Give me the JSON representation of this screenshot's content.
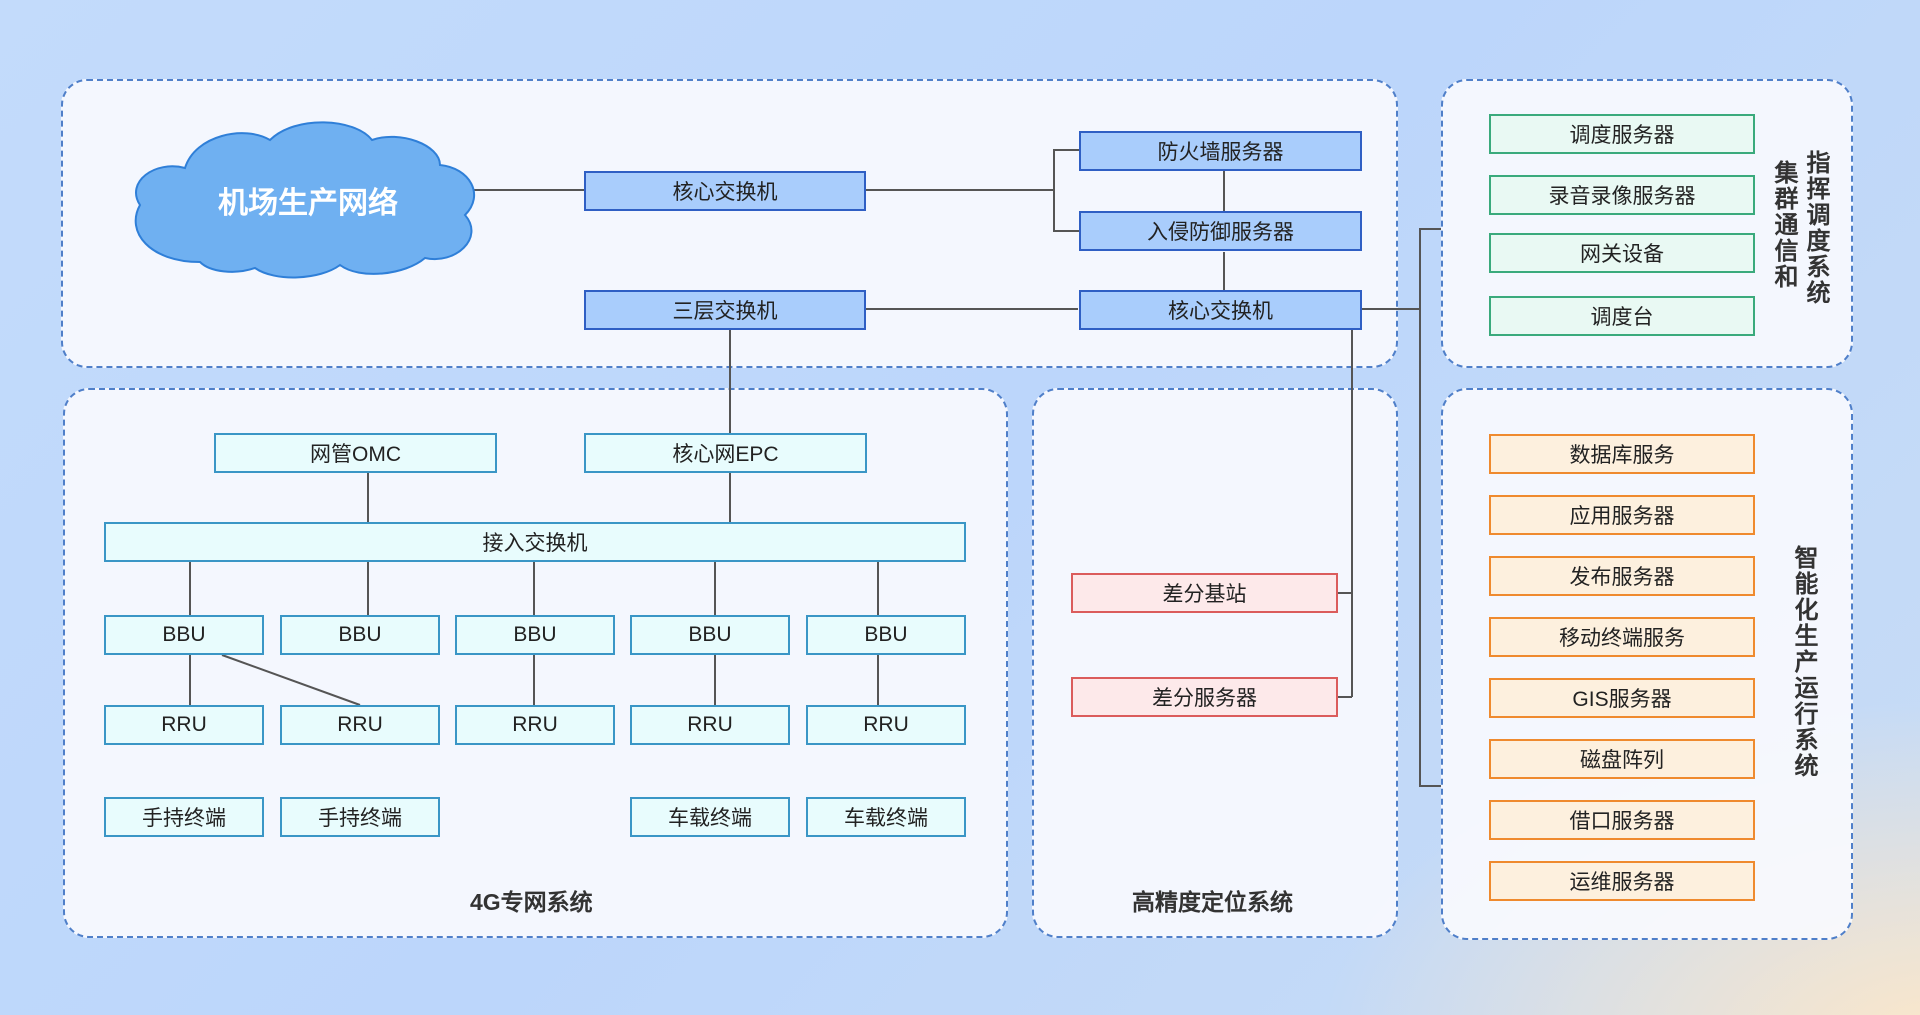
{
  "cloud": {
    "label": "机场生产网络"
  },
  "top": {
    "core_switch_left": "核心交换机",
    "layer3_switch": "三层交换机",
    "firewall_server": "防火墙服务器",
    "ips_server": "入侵防御服务器",
    "core_switch_right": "核心交换机"
  },
  "lte": {
    "caption": "4G专网系统",
    "omc": "网管OMC",
    "epc": "核心网EPC",
    "access_switch": "接入交换机",
    "bbu": [
      "BBU",
      "BBU",
      "BBU",
      "BBU",
      "BBU"
    ],
    "rru": [
      "RRU",
      "RRU",
      "RRU",
      "RRU",
      "RRU"
    ],
    "terminals": [
      "手持终端",
      "手持终端",
      "车载终端",
      "车载终端"
    ]
  },
  "positioning": {
    "caption": "高精度定位系统",
    "base_station": "差分基站",
    "server": "差分服务器"
  },
  "dispatch": {
    "caption_col1": "指挥调度系统",
    "caption_col2": "集群通信和",
    "items": [
      "调度服务器",
      "录音录像服务器",
      "网关设备",
      "调度台"
    ]
  },
  "ops": {
    "caption": "智能化生产运行系统",
    "items": [
      "数据库服务",
      "应用服务器",
      "发布服务器",
      "移动终端服务",
      "GIS服务器",
      "磁盘阵列",
      "借口服务器",
      "运维服务器"
    ]
  },
  "colors": {
    "panel_border": "#4f7fc9",
    "blue_fill": "#a9cdfc",
    "cyan_fill": "#e8fcfd",
    "green_fill": "#e9f9f3",
    "red_fill": "#fde9ea",
    "orange_fill": "#fdf0de",
    "wire": "#555555"
  }
}
